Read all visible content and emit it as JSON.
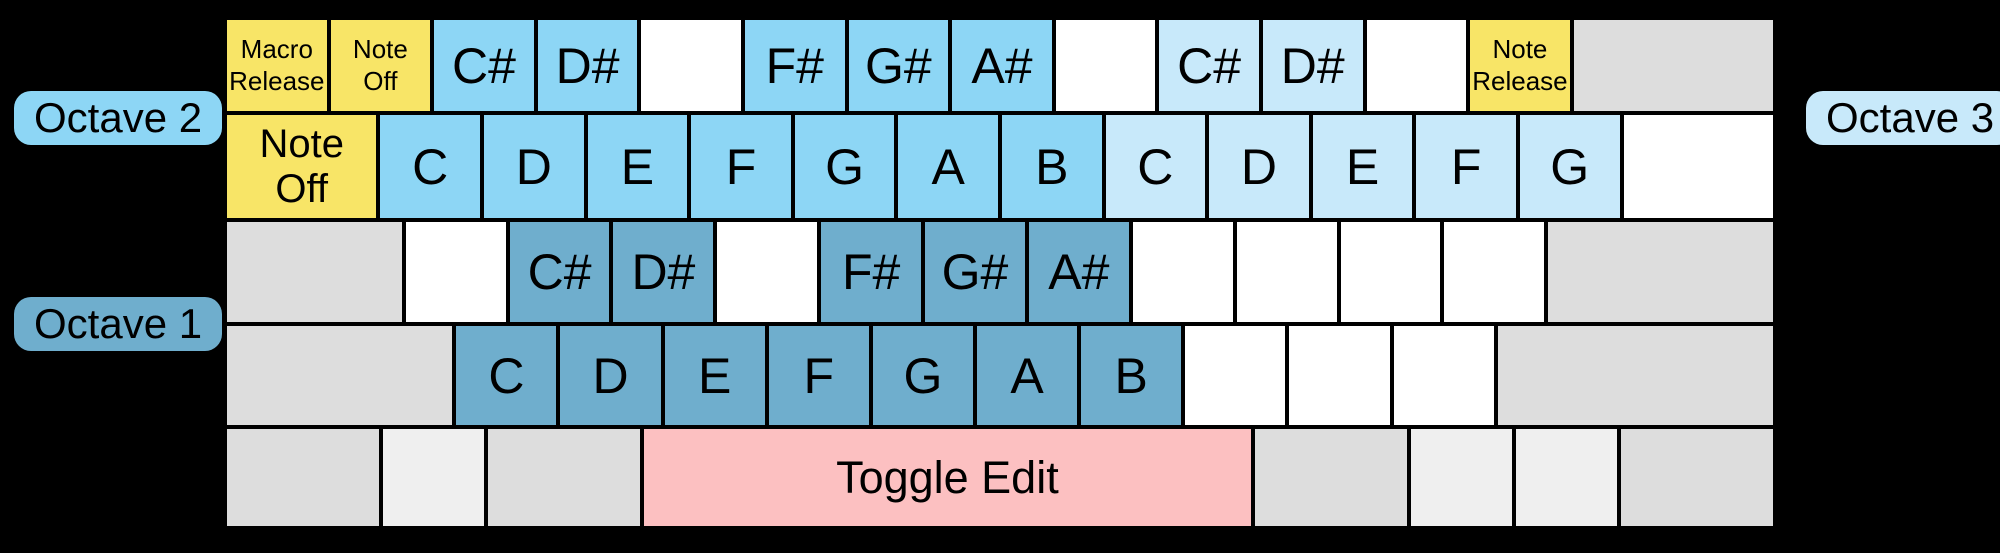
{
  "colors": {
    "background": "#000000",
    "keyBorder": "#000000",
    "keyText": "#000000",
    "octave1": "#6FAECD",
    "octave2": "#8DD6F5",
    "octave3": "#C8E9FA",
    "actionYellow": "#F8E567",
    "toggleEditPink": "#FCC0C1",
    "unusedGray": "#DDDDDD",
    "unusedGrayLight": "#EFEFEF",
    "unmappedWhite": "#FFFFFF"
  },
  "octaveLabels": [
    {
      "name": "octave-2-label",
      "text": "Octave 2",
      "color": "octave2",
      "position": "left-top"
    },
    {
      "name": "octave-1-label",
      "text": "Octave 1",
      "color": "octave1",
      "position": "left-bottom"
    },
    {
      "name": "octave-3-label",
      "text": "Octave 3",
      "color": "octave3",
      "position": "right-top"
    }
  ],
  "keyboard": {
    "rows": [
      {
        "keys": [
          {
            "name": "key-macro-release",
            "lines": [
              "Macro",
              "Release"
            ],
            "color": "actionYellow",
            "size": "small",
            "width": 1
          },
          {
            "name": "key-note-off",
            "lines": [
              "Note",
              "Off"
            ],
            "color": "actionYellow",
            "size": "small",
            "width": 1
          },
          {
            "name": "key-csharp-octave2",
            "lines": [
              "C#"
            ],
            "color": "octave2",
            "size": "note",
            "width": 1
          },
          {
            "name": "key-dsharp-octave2",
            "lines": [
              "D#"
            ],
            "color": "octave2",
            "size": "note",
            "width": 1
          },
          {
            "name": "key-unmapped",
            "lines": [],
            "color": "unmappedWhite",
            "size": "note",
            "width": 1
          },
          {
            "name": "key-fsharp-octave2",
            "lines": [
              "F#"
            ],
            "color": "octave2",
            "size": "note",
            "width": 1
          },
          {
            "name": "key-gsharp-octave2",
            "lines": [
              "G#"
            ],
            "color": "octave2",
            "size": "note",
            "width": 1
          },
          {
            "name": "key-asharp-octave2",
            "lines": [
              "A#"
            ],
            "color": "octave2",
            "size": "note",
            "width": 1
          },
          {
            "name": "key-unmapped",
            "lines": [],
            "color": "unmappedWhite",
            "size": "note",
            "width": 1
          },
          {
            "name": "key-csharp-octave3",
            "lines": [
              "C#"
            ],
            "color": "octave3",
            "size": "note",
            "width": 1
          },
          {
            "name": "key-dsharp-octave3",
            "lines": [
              "D#"
            ],
            "color": "octave3",
            "size": "note",
            "width": 1
          },
          {
            "name": "key-unmapped",
            "lines": [],
            "color": "unmappedWhite",
            "size": "note",
            "width": 1
          },
          {
            "name": "key-note-release",
            "lines": [
              "Note",
              "Release"
            ],
            "color": "actionYellow",
            "size": "small",
            "width": 1
          },
          {
            "name": "key-unused",
            "lines": [],
            "color": "unusedGray",
            "size": "note",
            "width": 2
          }
        ]
      },
      {
        "keys": [
          {
            "name": "key-note-off",
            "lines": [
              "Note",
              "Off"
            ],
            "color": "actionYellow",
            "size": "medium",
            "width": 1.5
          },
          {
            "name": "key-c-octave2",
            "lines": [
              "C"
            ],
            "color": "octave2",
            "size": "note",
            "width": 1
          },
          {
            "name": "key-d-octave2",
            "lines": [
              "D"
            ],
            "color": "octave2",
            "size": "note",
            "width": 1
          },
          {
            "name": "key-e-octave2",
            "lines": [
              "E"
            ],
            "color": "octave2",
            "size": "note",
            "width": 1
          },
          {
            "name": "key-f-octave2",
            "lines": [
              "F"
            ],
            "color": "octave2",
            "size": "note",
            "width": 1
          },
          {
            "name": "key-g-octave2",
            "lines": [
              "G"
            ],
            "color": "octave2",
            "size": "note",
            "width": 1
          },
          {
            "name": "key-a-octave2",
            "lines": [
              "A"
            ],
            "color": "octave2",
            "size": "note",
            "width": 1
          },
          {
            "name": "key-b-octave2",
            "lines": [
              "B"
            ],
            "color": "octave2",
            "size": "note",
            "width": 1
          },
          {
            "name": "key-c-octave3",
            "lines": [
              "C"
            ],
            "color": "octave3",
            "size": "note",
            "width": 1
          },
          {
            "name": "key-d-octave3",
            "lines": [
              "D"
            ],
            "color": "octave3",
            "size": "note",
            "width": 1
          },
          {
            "name": "key-e-octave3",
            "lines": [
              "E"
            ],
            "color": "octave3",
            "size": "note",
            "width": 1
          },
          {
            "name": "key-f-octave3",
            "lines": [
              "F"
            ],
            "color": "octave3",
            "size": "note",
            "width": 1
          },
          {
            "name": "key-g-octave3",
            "lines": [
              "G"
            ],
            "color": "octave3",
            "size": "note",
            "width": 1
          },
          {
            "name": "key-unmapped",
            "lines": [],
            "color": "unmappedWhite",
            "size": "note",
            "width": 1.5
          }
        ]
      },
      {
        "keys": [
          {
            "name": "key-unused",
            "lines": [],
            "color": "unusedGray",
            "size": "note",
            "width": 1.75
          },
          {
            "name": "key-unmapped",
            "lines": [],
            "color": "unmappedWhite",
            "size": "note",
            "width": 1
          },
          {
            "name": "key-csharp-octave1",
            "lines": [
              "C#"
            ],
            "color": "octave1",
            "size": "note",
            "width": 1
          },
          {
            "name": "key-dsharp-octave1",
            "lines": [
              "D#"
            ],
            "color": "octave1",
            "size": "note",
            "width": 1
          },
          {
            "name": "key-unmapped",
            "lines": [],
            "color": "unmappedWhite",
            "size": "note",
            "width": 1
          },
          {
            "name": "key-fsharp-octave1",
            "lines": [
              "F#"
            ],
            "color": "octave1",
            "size": "note",
            "width": 1
          },
          {
            "name": "key-gsharp-octave1",
            "lines": [
              "G#"
            ],
            "color": "octave1",
            "size": "note",
            "width": 1
          },
          {
            "name": "key-asharp-octave1",
            "lines": [
              "A#"
            ],
            "color": "octave1",
            "size": "note",
            "width": 1
          },
          {
            "name": "key-unmapped",
            "lines": [],
            "color": "unmappedWhite",
            "size": "note",
            "width": 1
          },
          {
            "name": "key-unmapped",
            "lines": [],
            "color": "unmappedWhite",
            "size": "note",
            "width": 1
          },
          {
            "name": "key-unmapped",
            "lines": [],
            "color": "unmappedWhite",
            "size": "note",
            "width": 1
          },
          {
            "name": "key-unmapped",
            "lines": [],
            "color": "unmappedWhite",
            "size": "note",
            "width": 1
          },
          {
            "name": "key-unused",
            "lines": [],
            "color": "unusedGray",
            "size": "note",
            "width": 2.25
          }
        ]
      },
      {
        "keys": [
          {
            "name": "key-unused",
            "lines": [],
            "color": "unusedGray",
            "size": "note",
            "width": 2.25
          },
          {
            "name": "key-c-octave1",
            "lines": [
              "C"
            ],
            "color": "octave1",
            "size": "note",
            "width": 1
          },
          {
            "name": "key-d-octave1",
            "lines": [
              "D"
            ],
            "color": "octave1",
            "size": "note",
            "width": 1
          },
          {
            "name": "key-e-octave1",
            "lines": [
              "E"
            ],
            "color": "octave1",
            "size": "note",
            "width": 1
          },
          {
            "name": "key-f-octave1",
            "lines": [
              "F"
            ],
            "color": "octave1",
            "size": "note",
            "width": 1
          },
          {
            "name": "key-g-octave1",
            "lines": [
              "G"
            ],
            "color": "octave1",
            "size": "note",
            "width": 1
          },
          {
            "name": "key-a-octave1",
            "lines": [
              "A"
            ],
            "color": "octave1",
            "size": "note",
            "width": 1
          },
          {
            "name": "key-b-octave1",
            "lines": [
              "B"
            ],
            "color": "octave1",
            "size": "note",
            "width": 1
          },
          {
            "name": "key-unmapped",
            "lines": [],
            "color": "unmappedWhite",
            "size": "note",
            "width": 1
          },
          {
            "name": "key-unmapped",
            "lines": [],
            "color": "unmappedWhite",
            "size": "note",
            "width": 1
          },
          {
            "name": "key-unmapped",
            "lines": [],
            "color": "unmappedWhite",
            "size": "note",
            "width": 1
          },
          {
            "name": "key-unused",
            "lines": [],
            "color": "unusedGray",
            "size": "note",
            "width": 2.75
          }
        ]
      },
      {
        "keys": [
          {
            "name": "key-unused",
            "lines": [],
            "color": "unusedGray",
            "size": "note",
            "width": 1.5
          },
          {
            "name": "key-unused",
            "lines": [],
            "color": "unusedGrayLight",
            "size": "note",
            "width": 1
          },
          {
            "name": "key-unused",
            "lines": [],
            "color": "unusedGray",
            "size": "note",
            "width": 1.5
          },
          {
            "name": "key-toggle-edit",
            "lines": [
              "Toggle Edit"
            ],
            "color": "toggleEditPink",
            "size": "large",
            "width": 6
          },
          {
            "name": "key-unused",
            "lines": [],
            "color": "unusedGray",
            "size": "note",
            "width": 1.5
          },
          {
            "name": "key-unused",
            "lines": [],
            "color": "unusedGrayLight",
            "size": "note",
            "width": 1
          },
          {
            "name": "key-unused",
            "lines": [],
            "color": "unusedGrayLight",
            "size": "note",
            "width": 1
          },
          {
            "name": "key-unused",
            "lines": [],
            "color": "unusedGray",
            "size": "note",
            "width": 1.5
          }
        ]
      }
    ]
  }
}
